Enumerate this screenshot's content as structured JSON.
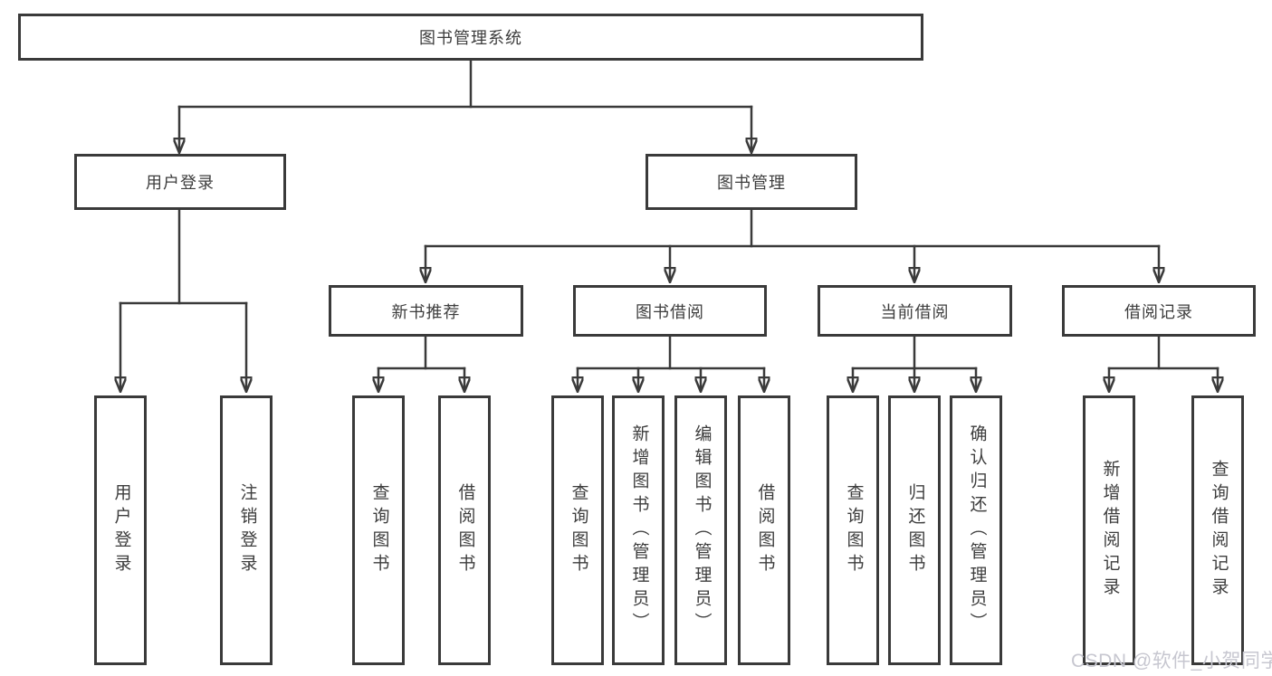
{
  "diagram_type": "hierarchy-tree",
  "tree": {
    "label": "图书管理系统",
    "children": [
      {
        "label": "用户登录",
        "children": [
          {
            "label": "用户登录"
          },
          {
            "label": "注销登录"
          }
        ]
      },
      {
        "label": "图书管理",
        "children": [
          {
            "label": "新书推荐",
            "children": [
              {
                "label": "查询图书"
              },
              {
                "label": "借阅图书"
              }
            ]
          },
          {
            "label": "图书借阅",
            "children": [
              {
                "label": "查询图书"
              },
              {
                "label": "新增图书（管理员）"
              },
              {
                "label": "编辑图书（管理员）"
              },
              {
                "label": "借阅图书"
              }
            ]
          },
          {
            "label": "当前借阅",
            "children": [
              {
                "label": "查询图书"
              },
              {
                "label": "归还图书"
              },
              {
                "label": "确认归还（管理员）"
              }
            ]
          },
          {
            "label": "借阅记录",
            "children": [
              {
                "label": "新增借阅记录"
              },
              {
                "label": "查询借阅记录"
              }
            ]
          }
        ]
      }
    ]
  },
  "watermark": {
    "text": "CSDN @软件_小贺同学"
  },
  "colors": {
    "line": "#3a3a3a",
    "box_border": "#3a3a3a",
    "text": "#3d3d3d",
    "watermark": "#c7c7d0",
    "background": "#ffffff"
  }
}
